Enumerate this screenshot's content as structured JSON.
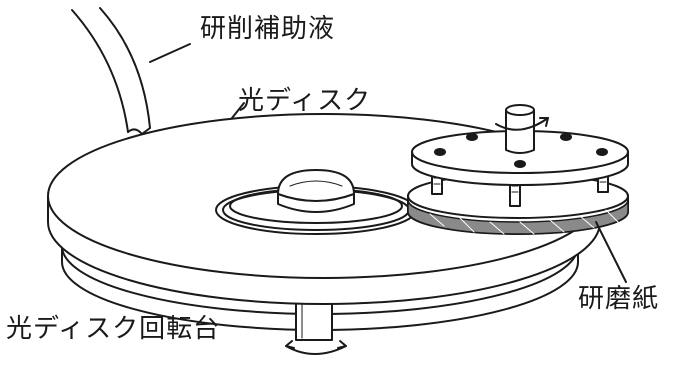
{
  "labels": {
    "polishing_fluid": "研削補助液",
    "optical_disc": "光ディスク",
    "abrasive_paper": "研磨紙",
    "disc_turntable": "光ディスク回転台"
  }
}
